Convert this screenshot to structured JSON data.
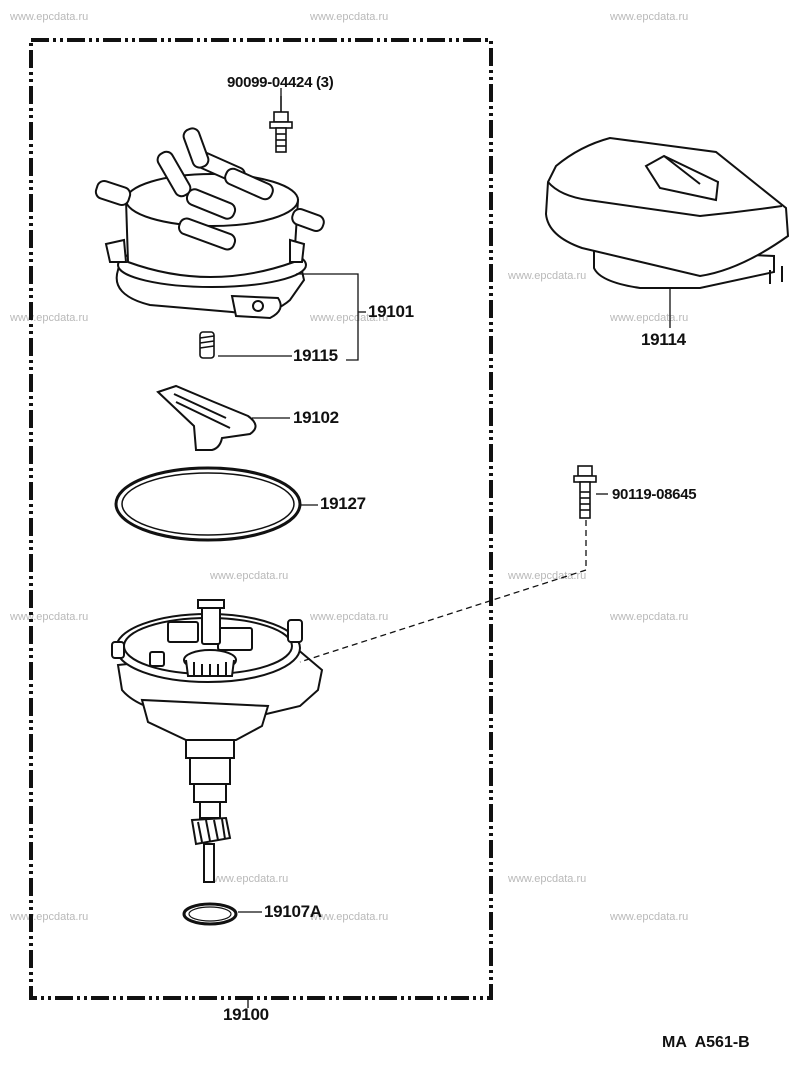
{
  "watermark": "www.epcdata.ru",
  "parts": {
    "bolt_top": "90099-04424 (3)",
    "cap_assy": "19101",
    "spring": "19115",
    "rotor": "19102",
    "gasket": "19127",
    "oring": "19107A",
    "assembly": "19100",
    "cover": "19114",
    "bolt_side": "90119-08645"
  },
  "diagram_code": "MA  A561-B"
}
